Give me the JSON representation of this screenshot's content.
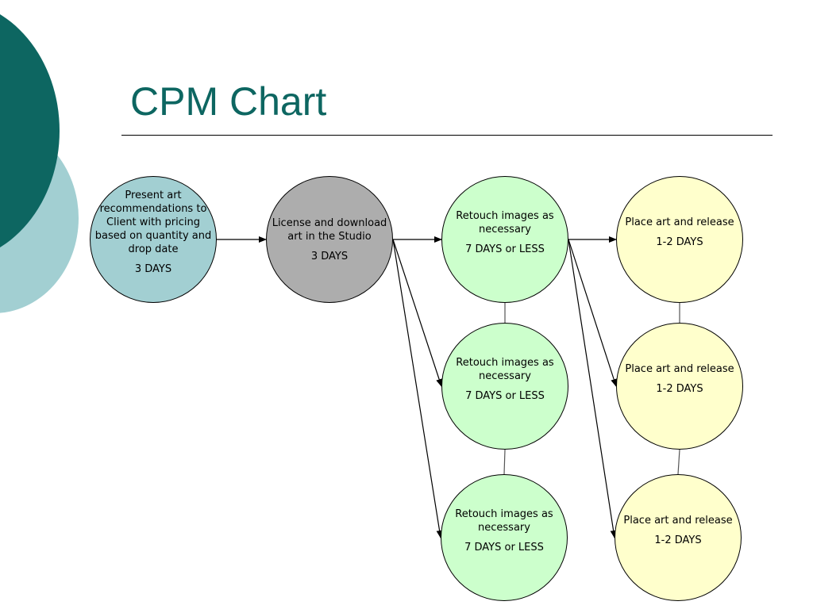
{
  "slide": {
    "title": "CPM Chart",
    "colors": {
      "title": "#0d6661",
      "deco_dark": "#0d6661",
      "deco_light": "#a2cfd2",
      "node_start": "#a2cfd2",
      "node_license": "#adadad",
      "node_retouch": "#ccffcc",
      "node_place": "#ffffcc"
    }
  },
  "diagram": {
    "nodes": [
      {
        "id": "present",
        "label": "Present art recommendations to Client with pricing based on quantity and drop date",
        "duration": "3 DAYS",
        "color": "#a2cfd2"
      },
      {
        "id": "license",
        "label": "License and download art in the Studio",
        "duration": "3 DAYS",
        "color": "#adadad"
      },
      {
        "id": "retouch1",
        "label": "Retouch images as necessary",
        "duration": "7 DAYS or LESS",
        "color": "#ccffcc"
      },
      {
        "id": "retouch2",
        "label": "Retouch images as necessary",
        "duration": "7 DAYS or LESS",
        "color": "#ccffcc"
      },
      {
        "id": "retouch3",
        "label": "Retouch images as necessary",
        "duration": "7 DAYS or LESS",
        "color": "#ccffcc"
      },
      {
        "id": "place1",
        "label": "Place art and release",
        "duration": "1-2 DAYS",
        "color": "#ffffcc"
      },
      {
        "id": "place2",
        "label": "Place art and release",
        "duration": "1-2 DAYS",
        "color": "#ffffcc"
      },
      {
        "id": "place3",
        "label": "Place art and release",
        "duration": "1-2 DAYS",
        "color": "#ffffcc"
      }
    ],
    "edges": [
      {
        "from": "present",
        "to": "license",
        "type": "arrow"
      },
      {
        "from": "license",
        "to": "retouch1",
        "type": "arrow"
      },
      {
        "from": "license",
        "to": "retouch2",
        "type": "arrow"
      },
      {
        "from": "license",
        "to": "retouch3",
        "type": "arrow"
      },
      {
        "from": "retouch1",
        "to": "place1",
        "type": "arrow"
      },
      {
        "from": "retouch1",
        "to": "place2",
        "type": "arrow"
      },
      {
        "from": "retouch1",
        "to": "place3",
        "type": "arrow"
      },
      {
        "from": "retouch1",
        "to": "retouch2",
        "type": "line"
      },
      {
        "from": "retouch2",
        "to": "retouch3",
        "type": "line"
      },
      {
        "from": "place1",
        "to": "place2",
        "type": "line"
      },
      {
        "from": "place2",
        "to": "place3",
        "type": "line"
      }
    ]
  }
}
